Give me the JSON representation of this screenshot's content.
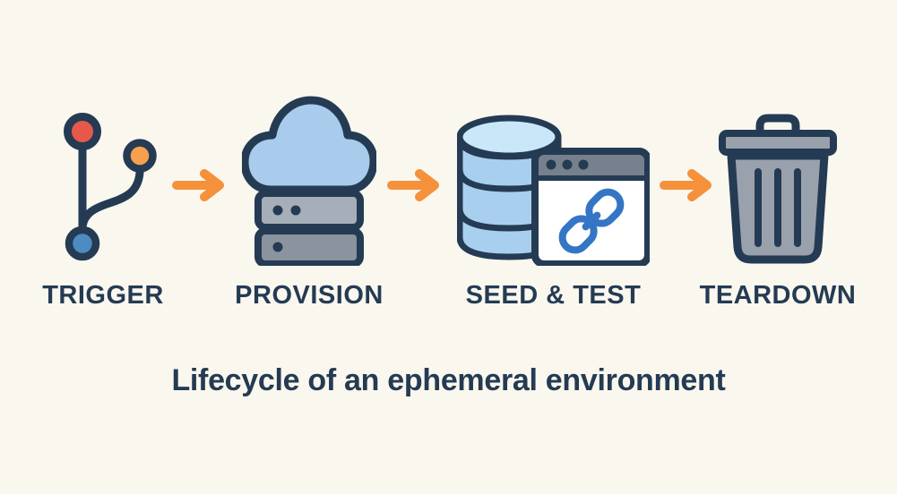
{
  "diagram": {
    "caption": "Lifecycle of an ephemeral environment",
    "stages": [
      {
        "label": "TRIGGER",
        "icon": "git-branch-icon"
      },
      {
        "label": "PROVISION",
        "icon": "cloud-server-icon"
      },
      {
        "label": "SEED & TEST",
        "icon": "database-browser-link-icon"
      },
      {
        "label": "TEARDOWN",
        "icon": "trash-icon"
      }
    ],
    "connector_icon": "arrow-right-icon"
  },
  "colors": {
    "background": "#FAF7EF",
    "navy": "#243B53",
    "arrow_orange": "#F5913B",
    "git_red": "#E8584A",
    "git_orange": "#F7A04E",
    "git_blue": "#4E8BC0",
    "cloud_blue": "#A9CBEC",
    "server_gray_top": "#A6AEB9",
    "server_gray_bottom": "#8A939E",
    "db_light": "#C9E7F8",
    "db_mid": "#A9CFEE",
    "browser_bar_gray": "#76818D",
    "link_blue": "#3575C5",
    "trash_gray": "#99A1AD"
  }
}
